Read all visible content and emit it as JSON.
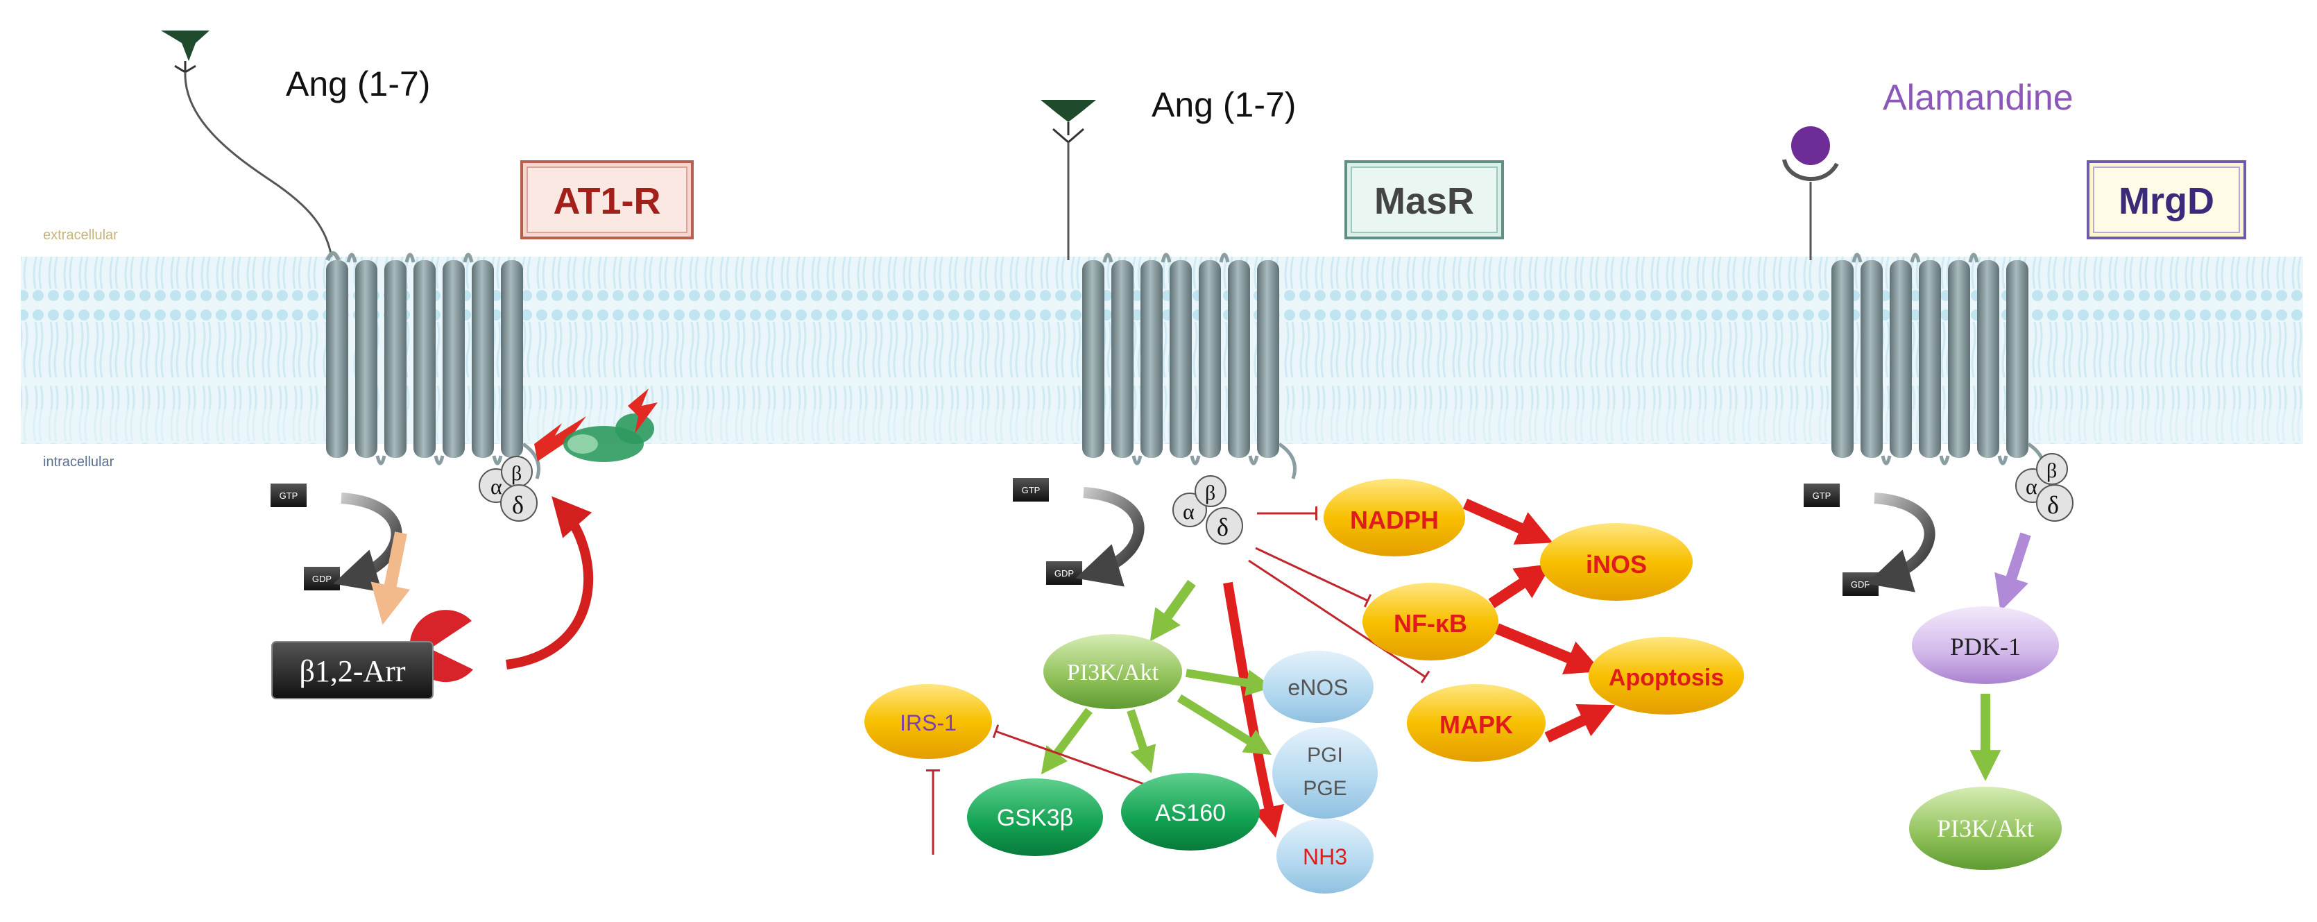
{
  "membrane": {
    "extracellular": "extracellular",
    "intracellular": "intracellular"
  },
  "panels": {
    "at1r": {
      "ligand": "Ang (1-7)",
      "receptor": "AT1-R",
      "gtp": "GTP",
      "gdp": "GDP",
      "arrestin": "β1,2-Arr",
      "g_alpha": "α",
      "g_beta": "β",
      "g_delta": "δ"
    },
    "masr": {
      "ligand": "Ang (1-7)",
      "receptor": "MasR",
      "gtp": "GTP",
      "gdp": "GDP",
      "g_alpha": "α",
      "g_beta": "β",
      "g_delta": "δ",
      "nodes": {
        "nadph": "NADPH",
        "inos": "iNOS",
        "nfkb": "NF-κB",
        "apoptosis": "Apoptosis",
        "mapk": "MAPK",
        "pi3k": "PI3K/Akt",
        "enos": "eNOS",
        "pgi": "PGI",
        "pge": "PGE",
        "nh3": "NH3",
        "irs1": "IRS-1",
        "gsk3b": "GSK3β",
        "as160": "AS160"
      }
    },
    "mrgd": {
      "ligand": "Alamandine",
      "receptor": "MrgD",
      "gtp": "GTP",
      "gdp": "GDP",
      "g_alpha": "α",
      "g_beta": "β",
      "g_delta": "δ",
      "pdk1": "PDK-1",
      "pi3k": "PI3K/Akt"
    }
  },
  "colors": {
    "membrane": "#cde9f2",
    "receptor": "#8a9ea2",
    "activation_red": "#e0201f",
    "activation_green": "#86c140",
    "inhibition": "#c0272d",
    "gold_node": "#f4b400",
    "blue_node": "#a9d0ea",
    "green_node": "#1aa65a",
    "purple": "#8b57b8",
    "at1r_box": "#f6d6cf",
    "masr_box": "#d9efe9",
    "mrgd_box": "#fbf5d0"
  }
}
